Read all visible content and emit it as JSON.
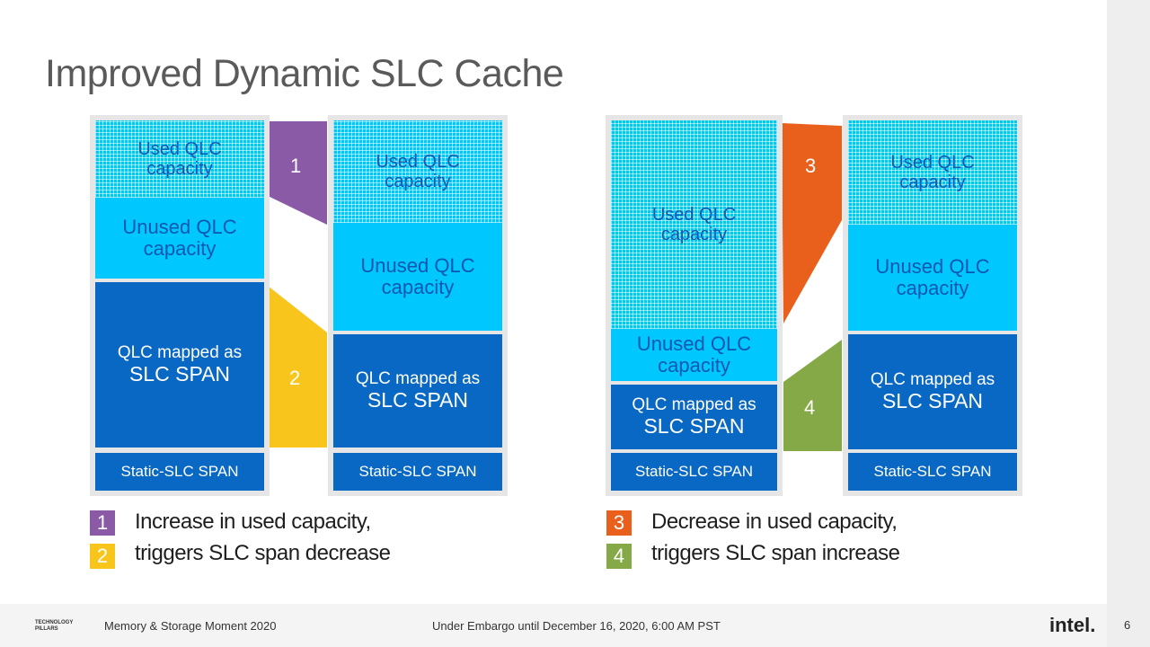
{
  "title": "Improved Dynamic SLC Cache",
  "labels": {
    "used_line1": "Used QLC",
    "used_line2": "capacity",
    "unused_line1": "Unused QLC",
    "unused_line2": "capacity",
    "span_line1": "QLC mapped as",
    "span_line2": "SLC SPAN",
    "static": "Static-SLC SPAN"
  },
  "markers": {
    "m1": "1",
    "m2": "2",
    "m3": "3",
    "m4": "4"
  },
  "legend": {
    "left": {
      "line1": "Increase in used capacity,",
      "line2": "triggers SLC span decrease"
    },
    "right": {
      "line1": "Decrease in used capacity,",
      "line2": "triggers SLC span increase"
    }
  },
  "colors": {
    "purple": "#8a5aa6",
    "yellow": "#f8c51c",
    "orange": "#e8601c",
    "green": "#84a946",
    "cyan": "#00c7fd",
    "blue": "#0968c3"
  },
  "footer": {
    "brand_line1": "TECHNOLOGY",
    "brand_line2": "PILLARS",
    "event": "Memory & Storage Moment 2020",
    "embargo": "Under Embargo until December 16, 2020, 6:00 AM PST",
    "logo": "intel.",
    "page": "6"
  }
}
